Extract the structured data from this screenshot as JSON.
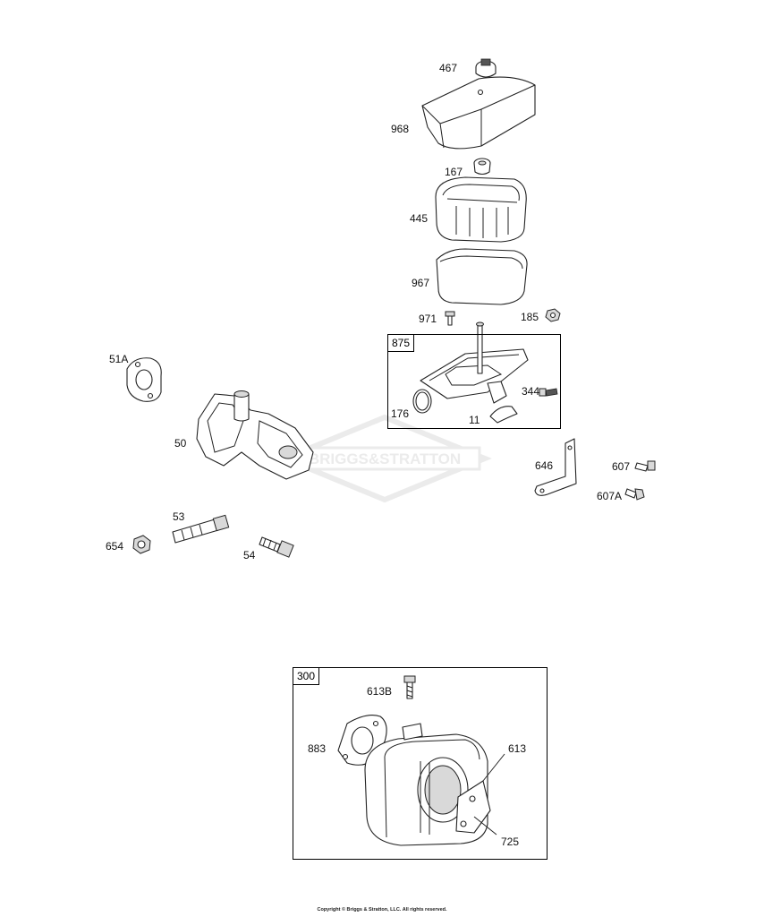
{
  "parts": {
    "p467": "467",
    "p968": "968",
    "p167": "167",
    "p445": "445",
    "p967": "967",
    "p971": "971",
    "p185": "185",
    "p51A": "51A",
    "p50": "50",
    "p53": "53",
    "p654": "654",
    "p54": "54",
    "p344": "344",
    "p176": "176",
    "p11": "11",
    "p646": "646",
    "p607": "607",
    "p607A": "607A",
    "p613B": "613B",
    "p883": "883",
    "p613": "613",
    "p725": "725"
  },
  "assemblies": {
    "air_cleaner": "875",
    "muffler": "300"
  },
  "watermark": {
    "brand": "BRIGGS&STRATTON",
    "color": "#c8c8c8"
  },
  "copyright": "Copyright © Briggs & Stratton, LLC. All rights reserved."
}
